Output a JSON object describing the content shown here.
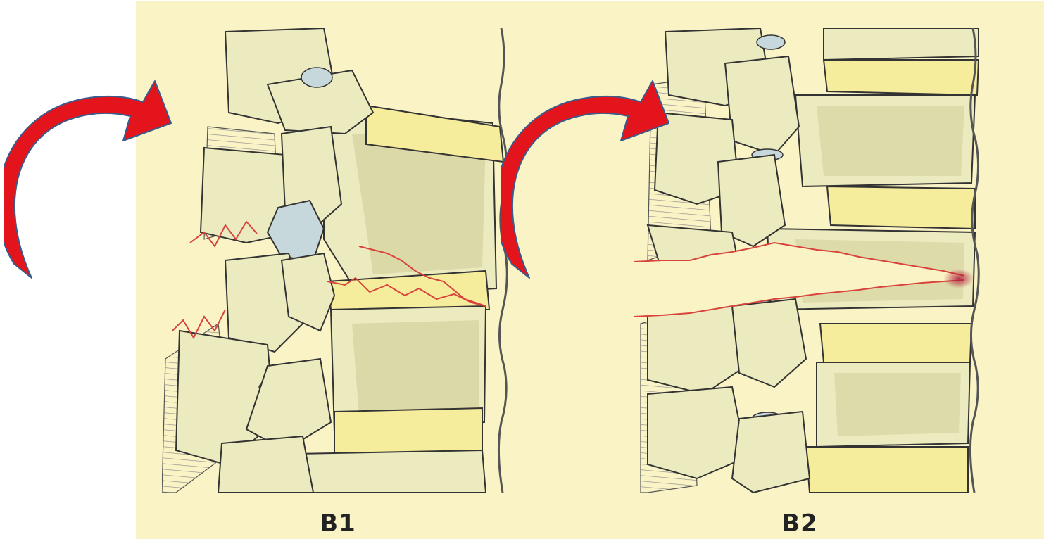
{
  "figure": {
    "background_color": "#faf3c6",
    "bone_color": "#ecebbf",
    "bone_shadow_color": "#cfcb98",
    "disc_color": "#f5ec9c",
    "ligament_color": "#c6d8dc",
    "fracture_color": "#d8443c",
    "arrow_color": "#e3141b",
    "arrow_outline_color": "#3a5c8c"
  },
  "panels": [
    {
      "id": "B1",
      "caption": "B1",
      "arrow_icon": "curved-arrow-icon"
    },
    {
      "id": "B2",
      "caption": "B2",
      "arrow_icon": "curved-arrow-icon"
    }
  ]
}
